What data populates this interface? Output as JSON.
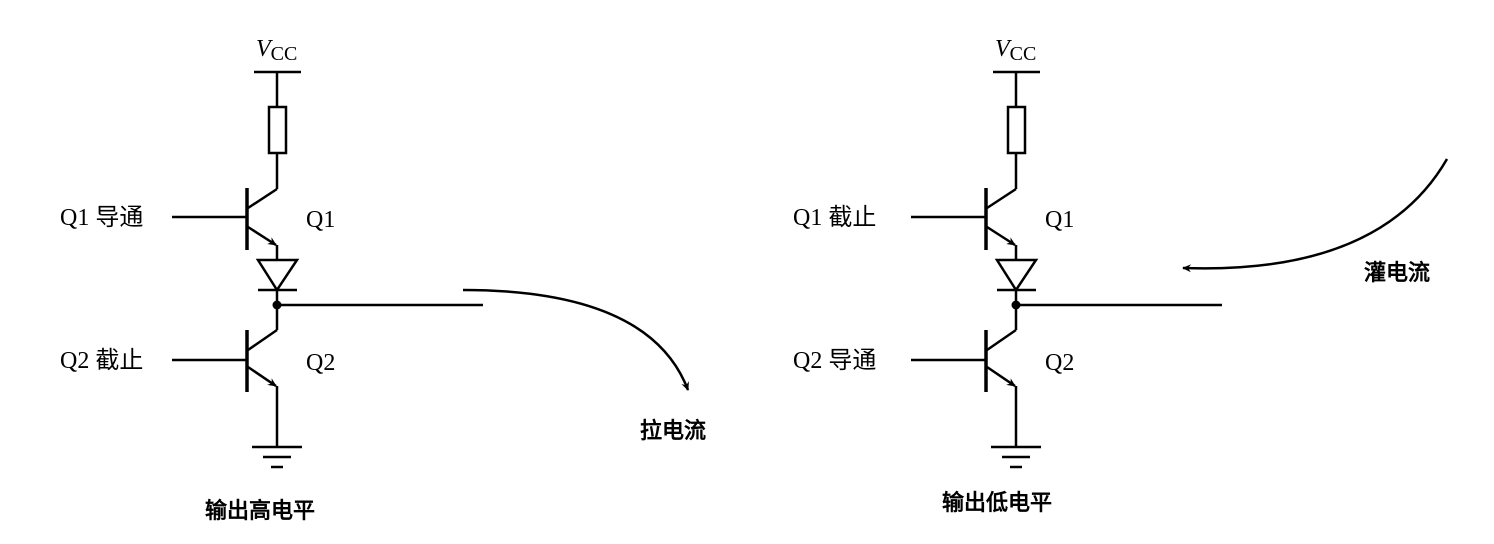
{
  "left": {
    "vcc_label": "V",
    "vcc_sub": "CC",
    "q1_input_label": "Q1 导通",
    "q2_input_label": "Q2 截止",
    "q1_label": "Q1",
    "q2_label": "Q2",
    "current_label": "拉电流",
    "caption": "输出高电平"
  },
  "right": {
    "vcc_label": "V",
    "vcc_sub": "CC",
    "q1_input_label": "Q1 截止",
    "q2_input_label": "Q2 导通",
    "q1_label": "Q1",
    "q2_label": "Q2",
    "current_label": "灌电流",
    "caption": "输出低电平"
  }
}
